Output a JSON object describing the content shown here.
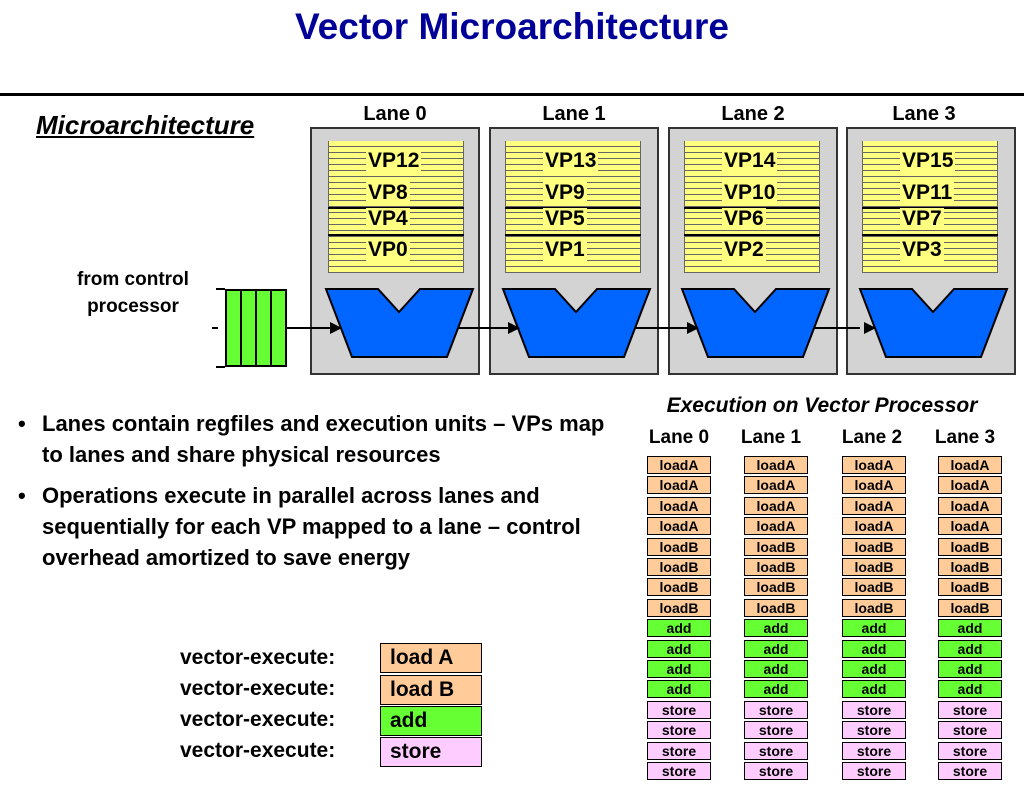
{
  "title": "Vector Microarchitecture",
  "micro_heading": "Microarchitecture",
  "lanes": [
    {
      "label": "Lane 0",
      "vps": [
        "VP12",
        "VP8",
        "VP4",
        "VP0"
      ]
    },
    {
      "label": "Lane 1",
      "vps": [
        "VP13",
        "VP9",
        "VP5",
        "VP1"
      ]
    },
    {
      "label": "Lane 2",
      "vps": [
        "VP14",
        "VP10",
        "VP6",
        "VP2"
      ]
    },
    {
      "label": "Lane 3",
      "vps": [
        "VP15",
        "VP11",
        "VP7",
        "VP3"
      ]
    }
  ],
  "from_control": "from control processor",
  "bullets": [
    "Lanes contain regfiles and execution units – VPs map to lanes and share physical resources",
    "Operations execute in parallel across lanes and sequentially for each VP mapped to a lane – control overhead amortized to save energy"
  ],
  "execution": {
    "title": "Execution on Vector Processor",
    "lanes": [
      "Lane 0",
      "Lane 1",
      "Lane 2",
      "Lane 3"
    ],
    "ops": [
      "loadA",
      "loadA",
      "loadA",
      "loadA",
      "loadB",
      "loadB",
      "loadB",
      "loadB",
      "add",
      "add",
      "add",
      "add",
      "store",
      "store",
      "store",
      "store"
    ]
  },
  "vector_execute": [
    {
      "label": "vector-execute:",
      "op": "load A",
      "color": "#ffcc99"
    },
    {
      "label": "vector-execute:",
      "op": "load B",
      "color": "#ffcc99"
    },
    {
      "label": "vector-execute:",
      "op": "add",
      "color": "#66ff33"
    },
    {
      "label": "vector-execute:",
      "op": "store",
      "color": "#ffccff"
    }
  ],
  "colors": {
    "title": "#000099",
    "regfile": "#ffff80",
    "alu": "#0066ff",
    "lane_bg": "#d3d3d3",
    "queue": "#66ff33",
    "load": "#ffcc99",
    "add": "#66ff33",
    "store": "#ffccff"
  }
}
